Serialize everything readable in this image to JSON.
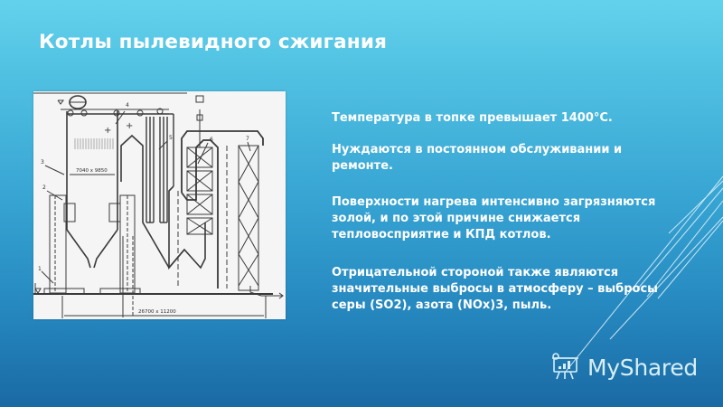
{
  "slide": {
    "title": "Котлы пылевидного сжигания",
    "colors": {
      "background_top": "#62d2ec",
      "background_bottom": "#1a6aa4",
      "text": "#ffffff",
      "diagram_bg": "#f4f5f4",
      "diagram_line": "#3a3a3a"
    },
    "figure": {
      "description": "Схема котла пылевидного сжигания",
      "callouts": [
        "1",
        "2",
        "3",
        "4",
        "5",
        "6",
        "7"
      ],
      "dimension_furnace": "7040 x 9850",
      "dimension_overall": "26700 x 11200"
    },
    "bullets": [
      {
        "text": "Температура в топке превышает 1400°С."
      },
      {
        "lines": [
          "Нуждаются в постоянном обслуживании и",
          "ремонте."
        ]
      },
      {
        "lines": [
          "Поверхности нагрева интенсивно загрязняются",
          "золой, и по этой причине снижается",
          "тепловосприятие и КПД котлов."
        ]
      },
      {
        "lines": [
          "Отрицательной стороной также являются",
          "значительные выбросы в атмосферу – выбросы",
          "серы (SO2), азота (NOx)3, пыль."
        ]
      }
    ]
  },
  "watermark": {
    "icon": "presentation-board-icon",
    "label": "MyShared"
  }
}
